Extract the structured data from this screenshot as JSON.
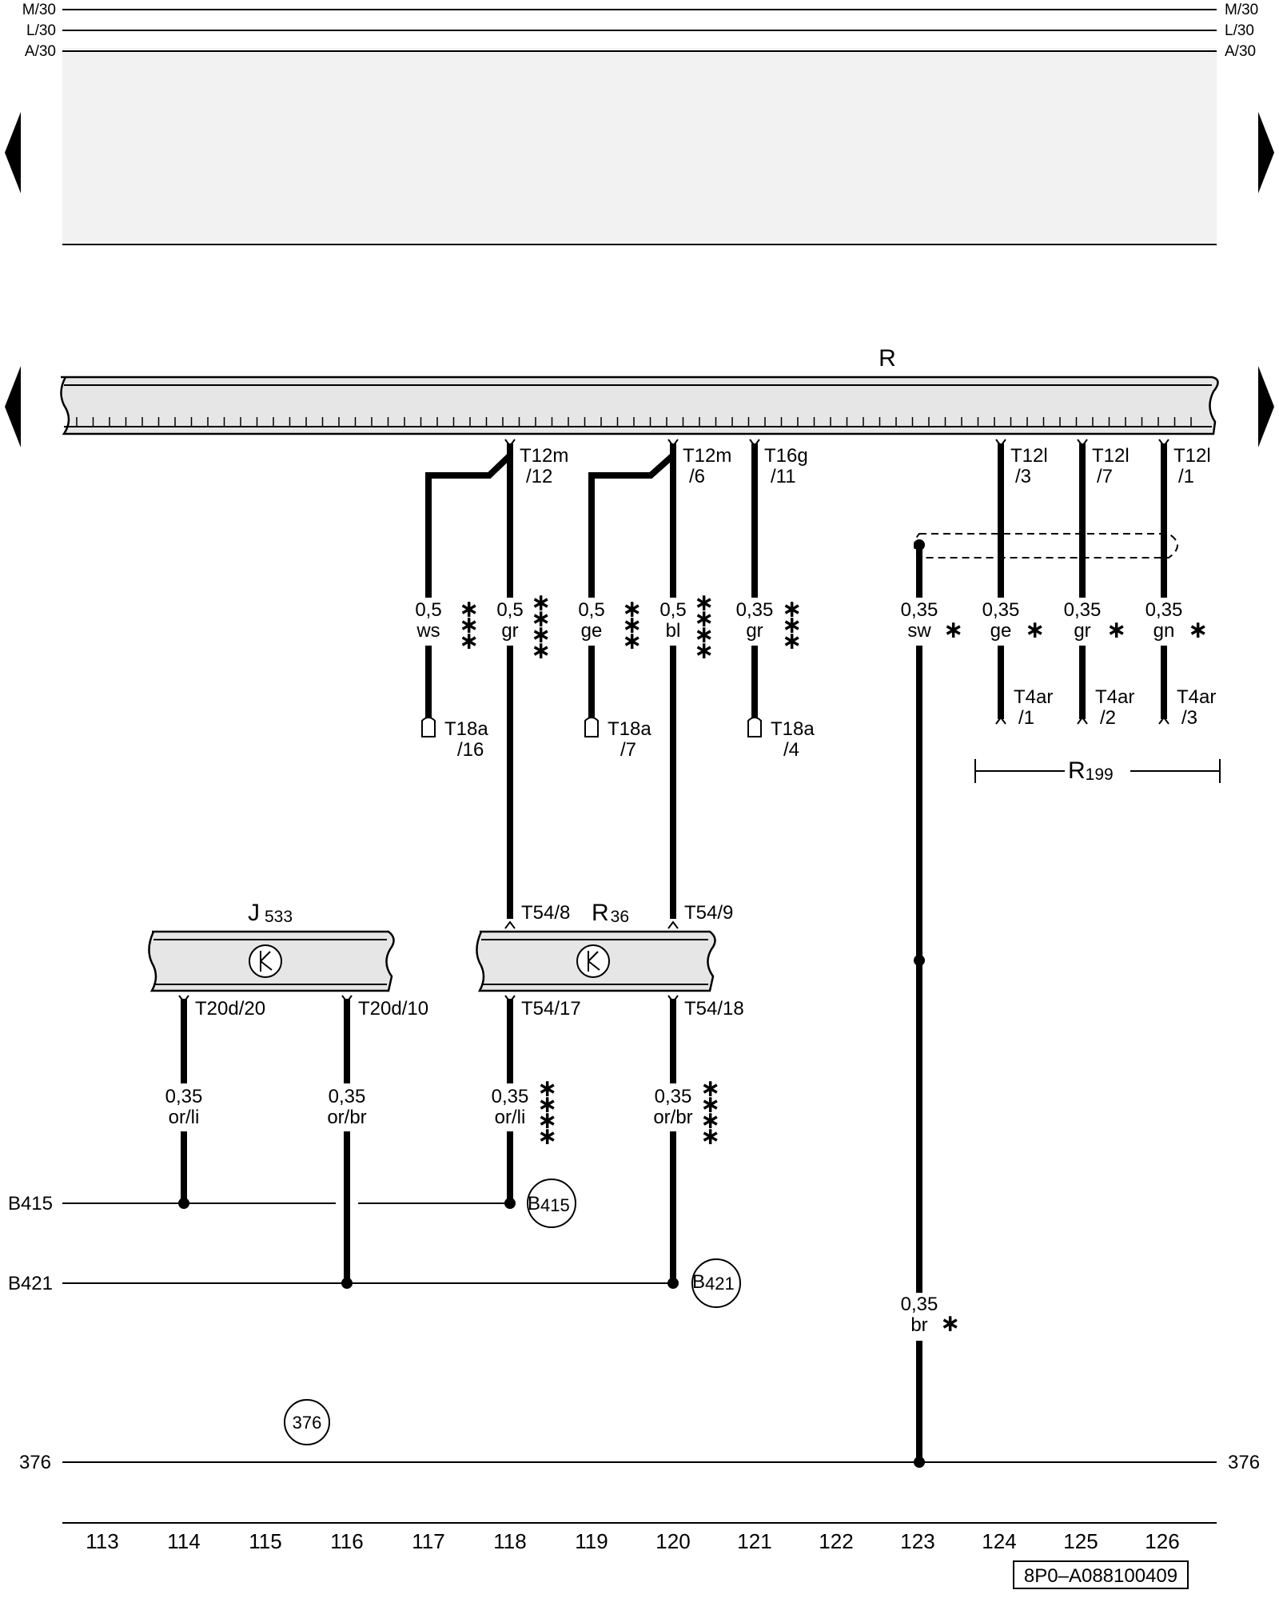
{
  "rails_top_left": [
    "M/30",
    "L/30",
    "A/30"
  ],
  "rails_top_right": [
    "M/30",
    "L/30",
    "A/30"
  ],
  "components": {
    "R": "R",
    "J533": {
      "main": "J",
      "sub": "533"
    },
    "R36": {
      "main": "R",
      "sub": "36"
    },
    "R199": {
      "main": "R",
      "sub": "199"
    }
  },
  "pins": {
    "t12m_12": [
      "T12m",
      "/12"
    ],
    "t12m_6": [
      "T12m",
      "/6"
    ],
    "t16g_11": [
      "T16g",
      "/11"
    ],
    "t12l_3": [
      "T12l",
      "/3"
    ],
    "t12l_7": [
      "T12l",
      "/7"
    ],
    "t12l_1": [
      "T12l",
      "/1"
    ],
    "t18a_16": [
      "T18a",
      "/16"
    ],
    "t18a_7": [
      "T18a",
      "/7"
    ],
    "t18a_4": [
      "T18a",
      "/4"
    ],
    "t4ar_1": [
      "T4ar",
      "/1"
    ],
    "t4ar_2": [
      "T4ar",
      "/2"
    ],
    "t4ar_3": [
      "T4ar",
      "/3"
    ],
    "t54_8": "T54/8",
    "t54_9": "T54/9",
    "t54_17": "T54/17",
    "t54_18": "T54/18",
    "t20d_20": "T20d/20",
    "t20d_10": "T20d/10"
  },
  "wires": {
    "w117": [
      "0,5",
      "ws"
    ],
    "w118": [
      "0,5",
      "gr"
    ],
    "w119": [
      "0,5",
      "ge"
    ],
    "w120": [
      "0,5",
      "bl"
    ],
    "w121": [
      "0,35",
      "gr"
    ],
    "w123_top": [
      "0,35",
      "sw"
    ],
    "w124": [
      "0,35",
      "ge"
    ],
    "w125": [
      "0,35",
      "gr"
    ],
    "w126": [
      "0,35",
      "gn"
    ],
    "w114": [
      "0,35",
      "or/li"
    ],
    "w116": [
      "0,35",
      "or/br"
    ],
    "w118_low": [
      "0,35",
      "or/li"
    ],
    "w120_low": [
      "0,35",
      "or/br"
    ],
    "w123_low": [
      "0,35",
      "br"
    ]
  },
  "stars": {
    "triple": "∗\n∗\n∗",
    "single": "∗"
  },
  "buses": {
    "b415": "B415",
    "b421": "B421",
    "b376_left": "376",
    "b376_right": "376"
  },
  "connection_markers": {
    "b415": {
      "main": "B",
      "sub": "415"
    },
    "b421": {
      "main": "B",
      "sub": "421"
    },
    "m376": "376"
  },
  "columns": [
    "113",
    "114",
    "115",
    "116",
    "117",
    "118",
    "119",
    "120",
    "121",
    "122",
    "123",
    "124",
    "125",
    "126"
  ],
  "reference": "8P0–A088100409"
}
